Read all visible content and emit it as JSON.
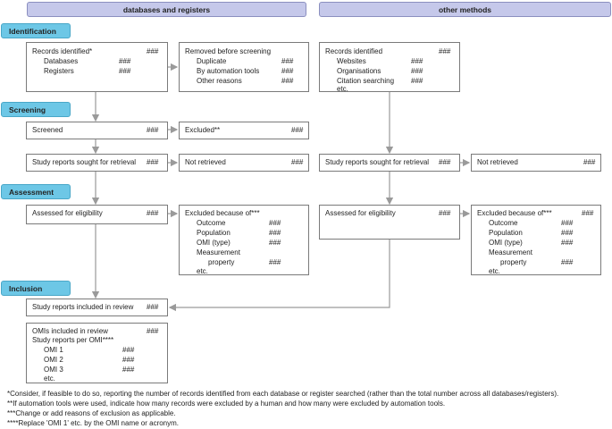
{
  "headers": {
    "left": "databases and registers",
    "right": "other methods"
  },
  "stages": {
    "identification": "Identification",
    "screening": "Screening",
    "assessment": "Assessment",
    "inclusion": "Inclusion"
  },
  "hash": "###",
  "left": {
    "records": {
      "title": "Records identified*",
      "items": [
        "Databases",
        "Registers"
      ]
    },
    "removed": {
      "title": "Removed before screening",
      "items": [
        "Duplicate",
        "By automation tools",
        "Other reasons"
      ]
    },
    "screened": "Screened",
    "excluded": "Excluded**",
    "sought": "Study reports sought for retrieval",
    "not_retrieved": "Not retrieved",
    "assessed": "Assessed for eligibility",
    "excluded_because": {
      "title": "Excluded because of***",
      "items": [
        "Outcome",
        "Population",
        "OMI (type)",
        "Measurement",
        "property"
      ],
      "etc": "etc."
    }
  },
  "right": {
    "records": {
      "title": "Records identified",
      "items": [
        "Websites",
        "Organisations",
        "Citation searching"
      ],
      "etc": "etc."
    },
    "sought": "Study reports sought for retrieval",
    "not_retrieved": "Not retrieved",
    "assessed": "Assessed for eligibility",
    "excluded_because": {
      "title": "Excluded because of***",
      "items": [
        "Outcome",
        "Population",
        "OMI (type)",
        "Measurement",
        "property"
      ],
      "etc": "etc."
    }
  },
  "inclusion": {
    "included": "Study reports included in review",
    "omis": "OMIs included in review",
    "per_omi": "Study reports per OMI****",
    "omi_items": [
      "OMI 1",
      "OMI 2",
      "OMI 3"
    ],
    "etc": "etc."
  },
  "footnotes": [
    "*Consider, if feasible to do so, reporting the number of records identified from each database or register searched (rather than the total number across all databases/registers).",
    "**If automation tools were used, indicate how many records were excluded by a human and how many were excluded by automation tools.",
    "***Change or add reasons of exclusion as applicable.",
    "****Replace 'OMI 1' etc. by the OMI name or acronym."
  ]
}
